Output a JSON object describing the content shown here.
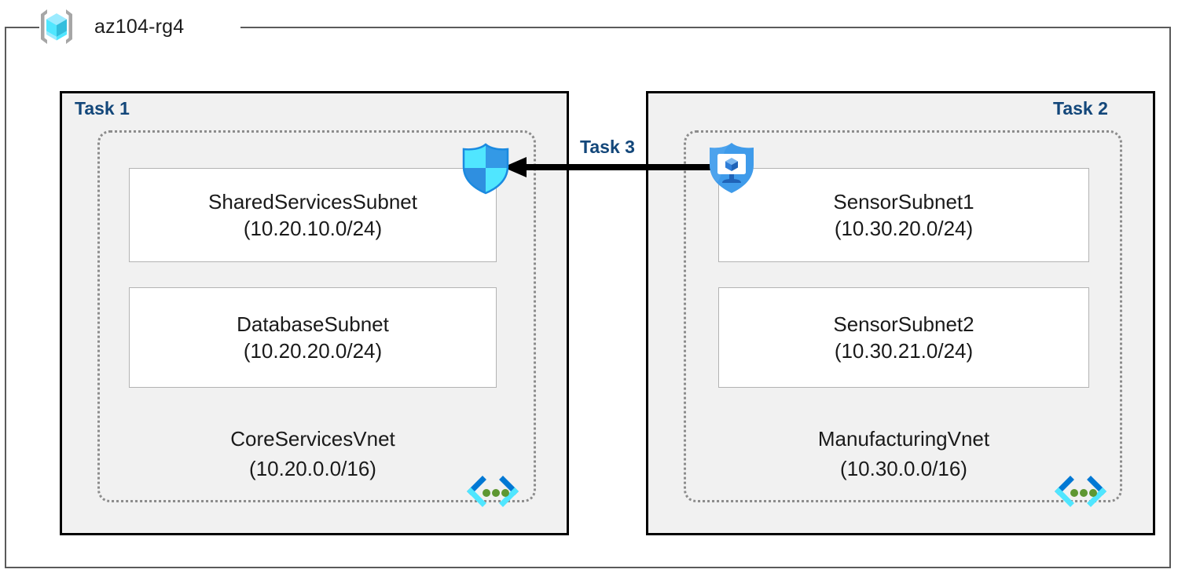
{
  "diagram": {
    "resource_group": {
      "name": "az104-rg4",
      "icon": "resource-group-cube-icon"
    },
    "tasks": {
      "task1_label": "Task 1",
      "task2_label": "Task 2",
      "task3_label": "Task 3"
    },
    "vnets": [
      {
        "id": "core-services",
        "name": "CoreServicesVnet",
        "cidr": "(10.20.0.0/16)",
        "icon": "vnet-icon",
        "subnets": [
          {
            "name": "SharedServicesSubnet",
            "cidr": "(10.20.10.0/24)"
          },
          {
            "name": "DatabaseSubnet",
            "cidr": "(10.20.20.0/24)"
          }
        ]
      },
      {
        "id": "manufacturing",
        "name": "ManufacturingVnet",
        "cidr": "(10.30.0.0/16)",
        "icon": "vnet-icon",
        "subnets": [
          {
            "name": "SensorSubnet1",
            "cidr": "(10.30.20.0/24)"
          },
          {
            "name": "SensorSubnet2",
            "cidr": "(10.30.21.0/24)"
          }
        ]
      }
    ],
    "icons": {
      "firewall": "shield-firewall-icon",
      "bastion": "shield-bastion-icon",
      "peering_arrow": "peering-arrow-left-icon"
    },
    "colors": {
      "task_label": "#13477a",
      "panel_fill": "#f1f1f1",
      "panel_border": "#000000",
      "vnet_border": "#8c8c8c",
      "subnet_border": "#b3b3b3",
      "rg_boundary": "#5a5a5a",
      "azure_cyan": "#50e6ff",
      "azure_blue": "#0078d4",
      "dot_green": "#5e9732"
    }
  }
}
